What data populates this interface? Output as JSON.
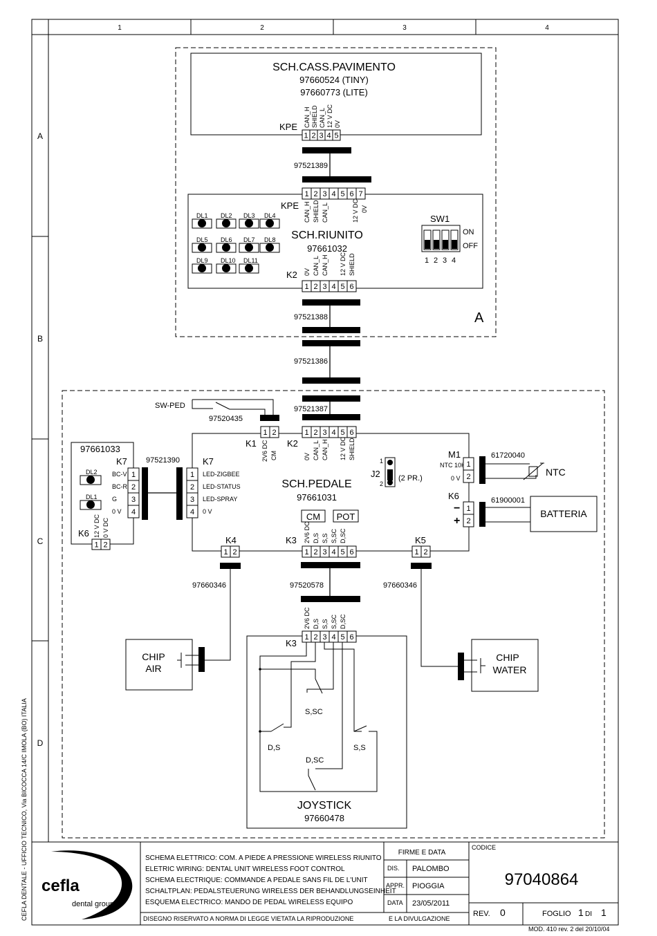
{
  "grid": {
    "columns": [
      "1",
      "2",
      "3",
      "4"
    ],
    "rows": [
      "A",
      "B",
      "C",
      "D"
    ]
  },
  "side_note": "CEFLA DENTALE - UFFICIO TECNICO, Via BICOCCA 14/C IMOLA (BO) ITALIA",
  "boards": {
    "cass": {
      "title": "SCH.CASS.PAVIMENTO",
      "code1": "97660524 (TINY)",
      "code2": "97660773 (LITE)",
      "connector": "KPE",
      "pins": [
        "1",
        "2",
        "3",
        "4",
        "5"
      ],
      "signals": [
        "CAN_H",
        "SHIELD",
        "CAN_L",
        "12 V DC",
        "0V"
      ]
    },
    "riunito": {
      "title": "SCH.RIUNITO",
      "code": "97661032",
      "kpe": "KPE",
      "kpe_pins": [
        "1",
        "2",
        "3",
        "4",
        "5",
        "6",
        "7"
      ],
      "kpe_signals": [
        "CAN_H",
        "SHIELD",
        "CAN_L",
        "12 V DC",
        "0V"
      ],
      "k2": "K2",
      "k2_pins": [
        "1",
        "2",
        "3",
        "4",
        "5",
        "6"
      ],
      "k2_signals": [
        "0V",
        "CAN_L",
        "CAN_H",
        "12 V DC",
        "SHIELD"
      ],
      "leds": [
        "DL1",
        "DL2",
        "DL3",
        "DL4",
        "DL5",
        "DL6",
        "DL7",
        "DL8",
        "DL9",
        "DL10",
        "DL11"
      ],
      "switch": "SW1",
      "switch_on": "ON",
      "switch_off": "OFF",
      "switch_pins": [
        "1",
        "2",
        "3",
        "4"
      ],
      "zone": "A"
    },
    "pedale": {
      "title": "SCH.PEDALE",
      "code": "97661031",
      "cm": "CM",
      "pot": "POT",
      "k1": "K1",
      "k1_pins": [
        "1",
        "2"
      ],
      "k1_signals": [
        "2V6 DC",
        "CM"
      ],
      "k2": "K2",
      "k2_pins": [
        "1",
        "2",
        "3",
        "4",
        "5",
        "6"
      ],
      "k2_signals": [
        "0V",
        "CAN_L",
        "CAN_H",
        "12 V DC",
        "SHIELD"
      ],
      "k7": "K7",
      "k7_pins": [
        "1",
        "2",
        "3",
        "4"
      ],
      "k7_signals": [
        "LED-ZIGBEE",
        "LED-STATUS",
        "LED-SPRAY",
        "0 V"
      ],
      "j2": "J2",
      "j2_note": "(2 PR.)",
      "j2_pins": [
        "1",
        "2"
      ],
      "m1": "M1",
      "m1_pins": [
        "1",
        "2"
      ],
      "m1_signals": [
        "NTC 10K",
        "0 V"
      ],
      "k6": "K6",
      "k6_pins": [
        "1",
        "2"
      ],
      "k6_signs": [
        "−",
        "+"
      ],
      "k4": "K4",
      "k4_pins": [
        "1",
        "2"
      ],
      "k3": "K3",
      "k3_pins": [
        "1",
        "2",
        "3",
        "4",
        "5",
        "6"
      ],
      "k3_signals": [
        "2V6 DC",
        "D,S",
        "S,S",
        "S,SC",
        "D,SC"
      ],
      "k5": "K5",
      "k5_pins": [
        "1",
        "2"
      ]
    },
    "led_board": {
      "code": "97661033",
      "k7": "K7",
      "pins": [
        "1",
        "2",
        "3",
        "4"
      ],
      "signals": [
        "BC-V",
        "BC-R",
        "G",
        "0 V"
      ],
      "leds": [
        "DL2",
        "DL1"
      ],
      "k6": "K6",
      "k6_signals": [
        "12 V DC",
        "0 V DC"
      ],
      "k6_pins": [
        "1",
        "2"
      ]
    },
    "joystick": {
      "title": "JOYSTICK",
      "code": "97660478",
      "k3": "K3",
      "pins": [
        "1",
        "2",
        "3",
        "4",
        "5",
        "6"
      ],
      "signals": [
        "2V6 DC",
        "D,S",
        "S,S",
        "S,SC",
        "D,SC"
      ],
      "switches": [
        "S,SC",
        "D,S",
        "S,S",
        "D,SC"
      ]
    }
  },
  "cables": {
    "c1": "97521389",
    "c2": "97521388",
    "c3": "97521386",
    "c4": "97521387",
    "c5": "97520435",
    "c6": "97521390",
    "c7": "97660346",
    "c8": "97520578",
    "c9": "97660346",
    "c10": "61720040",
    "c11": "61900001"
  },
  "peripherals": {
    "sw_ped": "SW-PED",
    "ntc": "NTC",
    "batteria": "BATTERIA",
    "chip_air": [
      "CHIP",
      "AIR"
    ],
    "chip_water": [
      "CHIP",
      "WATER"
    ]
  },
  "title_block": {
    "logo": "cefla",
    "logo_sub": "dental group",
    "desc": [
      "SCHEMA ELETTRICO: COM. A PIEDE A PRESSIONE WIRELESS RIUNITO",
      "ELETRIC WIRING: DENTAL UNIT WIRELESS FOOT CONTROL",
      "SCHEMA ELECTRIQUE: COMMANDE A PEDALE SANS FIL DE L'UNIT",
      "SCHALTPLAN: PEDALSTEUERUNG WIRELESS DER BEHANDLUNGSEINHEIT",
      "ESQUEMA ELECTRICO: MANDO DE PEDAL WIRELESS EQUIPO"
    ],
    "notice_left": "DISEGNO RISERVATO A NORMA DI LEGGE VIETATA LA RIPRODUZIONE",
    "notice_right": "E LA DIVULGAZIONE",
    "firme": "FIRME E DATA",
    "dis_label": "DIS.",
    "dis": "PALOMBO",
    "appr_label": "APPR.",
    "appr": "PIOGGIA",
    "data_label": "DATA",
    "data": "23/05/2011",
    "codice_label": "CODICE",
    "codice": "97040864",
    "rev_label": "REV.",
    "rev": "0",
    "foglio_label": "FOGLIO",
    "foglio": "1",
    "di_label": "DI",
    "di": "1",
    "mod": "MOD. 410 rev. 2 del 20/10/04"
  }
}
